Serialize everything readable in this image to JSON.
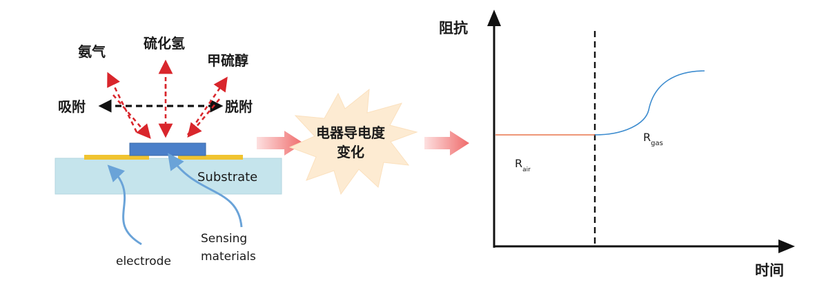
{
  "gases": {
    "ammonia": "氨气",
    "hydrogen_sulfide": "硫化氢",
    "methyl_mercaptan": "甲硫醇"
  },
  "process": {
    "adsorption": "吸附",
    "desorption": "脱附"
  },
  "sensor": {
    "substrate": "Substrate",
    "electrode": "electrode",
    "sensing_line1": "Sensing",
    "sensing_line2": "materials"
  },
  "burst": {
    "line1": "电器导电度",
    "line2": "变化"
  },
  "graph": {
    "y_axis_label": "阻抗",
    "x_axis_label": "时间",
    "r_air_main": "R",
    "r_air_sub": "air",
    "r_gas_main": "R",
    "r_gas_sub": "gas"
  },
  "colors": {
    "gas_arrow": "#d9262c",
    "substrate": "#c5e4ec",
    "electrode": "#f0c330",
    "sensing_material": "#4a7fc9",
    "pointer_arrow": "#6aa3d8",
    "burst": "#fdebd2",
    "flow_arrow": "#f27b7b",
    "r_air_line": "#e8734a",
    "r_gas_line": "#3d8ccf"
  }
}
